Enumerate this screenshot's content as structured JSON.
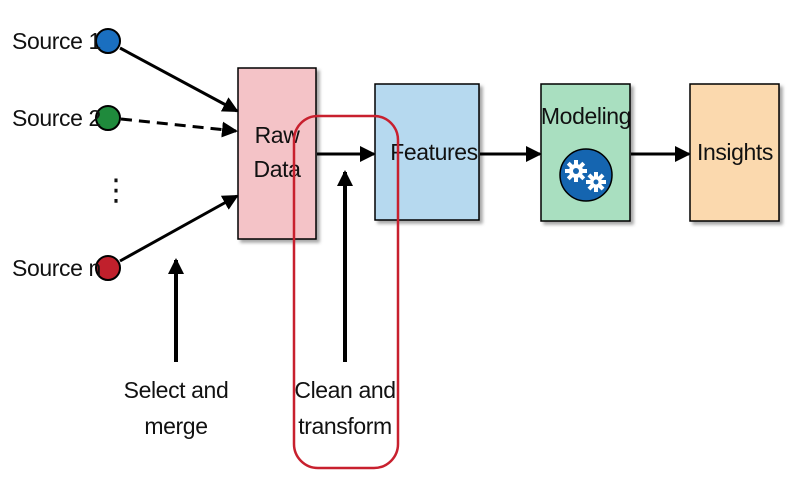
{
  "sources": [
    {
      "label": "Source 1",
      "color": "#1a6fc0"
    },
    {
      "label": "Source 2",
      "color": "#1f8a3c"
    },
    {
      "label": "Source n",
      "color": "#c0202c"
    }
  ],
  "ellipsis": "⋮",
  "stages": {
    "raw_data": {
      "line1": "Raw",
      "line2": "Data",
      "fill": "#f4c3c7"
    },
    "features": {
      "label": "Features",
      "fill": "#b6d9ef"
    },
    "modeling": {
      "label": "Modeling",
      "fill": "#a9dfc0",
      "icon": "gears-icon",
      "icon_color": "#1565b0"
    },
    "insights": {
      "label": "Insights",
      "fill": "#fbd9ae"
    }
  },
  "annotations": {
    "select_merge": {
      "line1": "Select and",
      "line2": "merge"
    },
    "clean_transform": {
      "line1": "Clean and",
      "line2": "transform",
      "highlight_color": "#c8202e"
    }
  }
}
